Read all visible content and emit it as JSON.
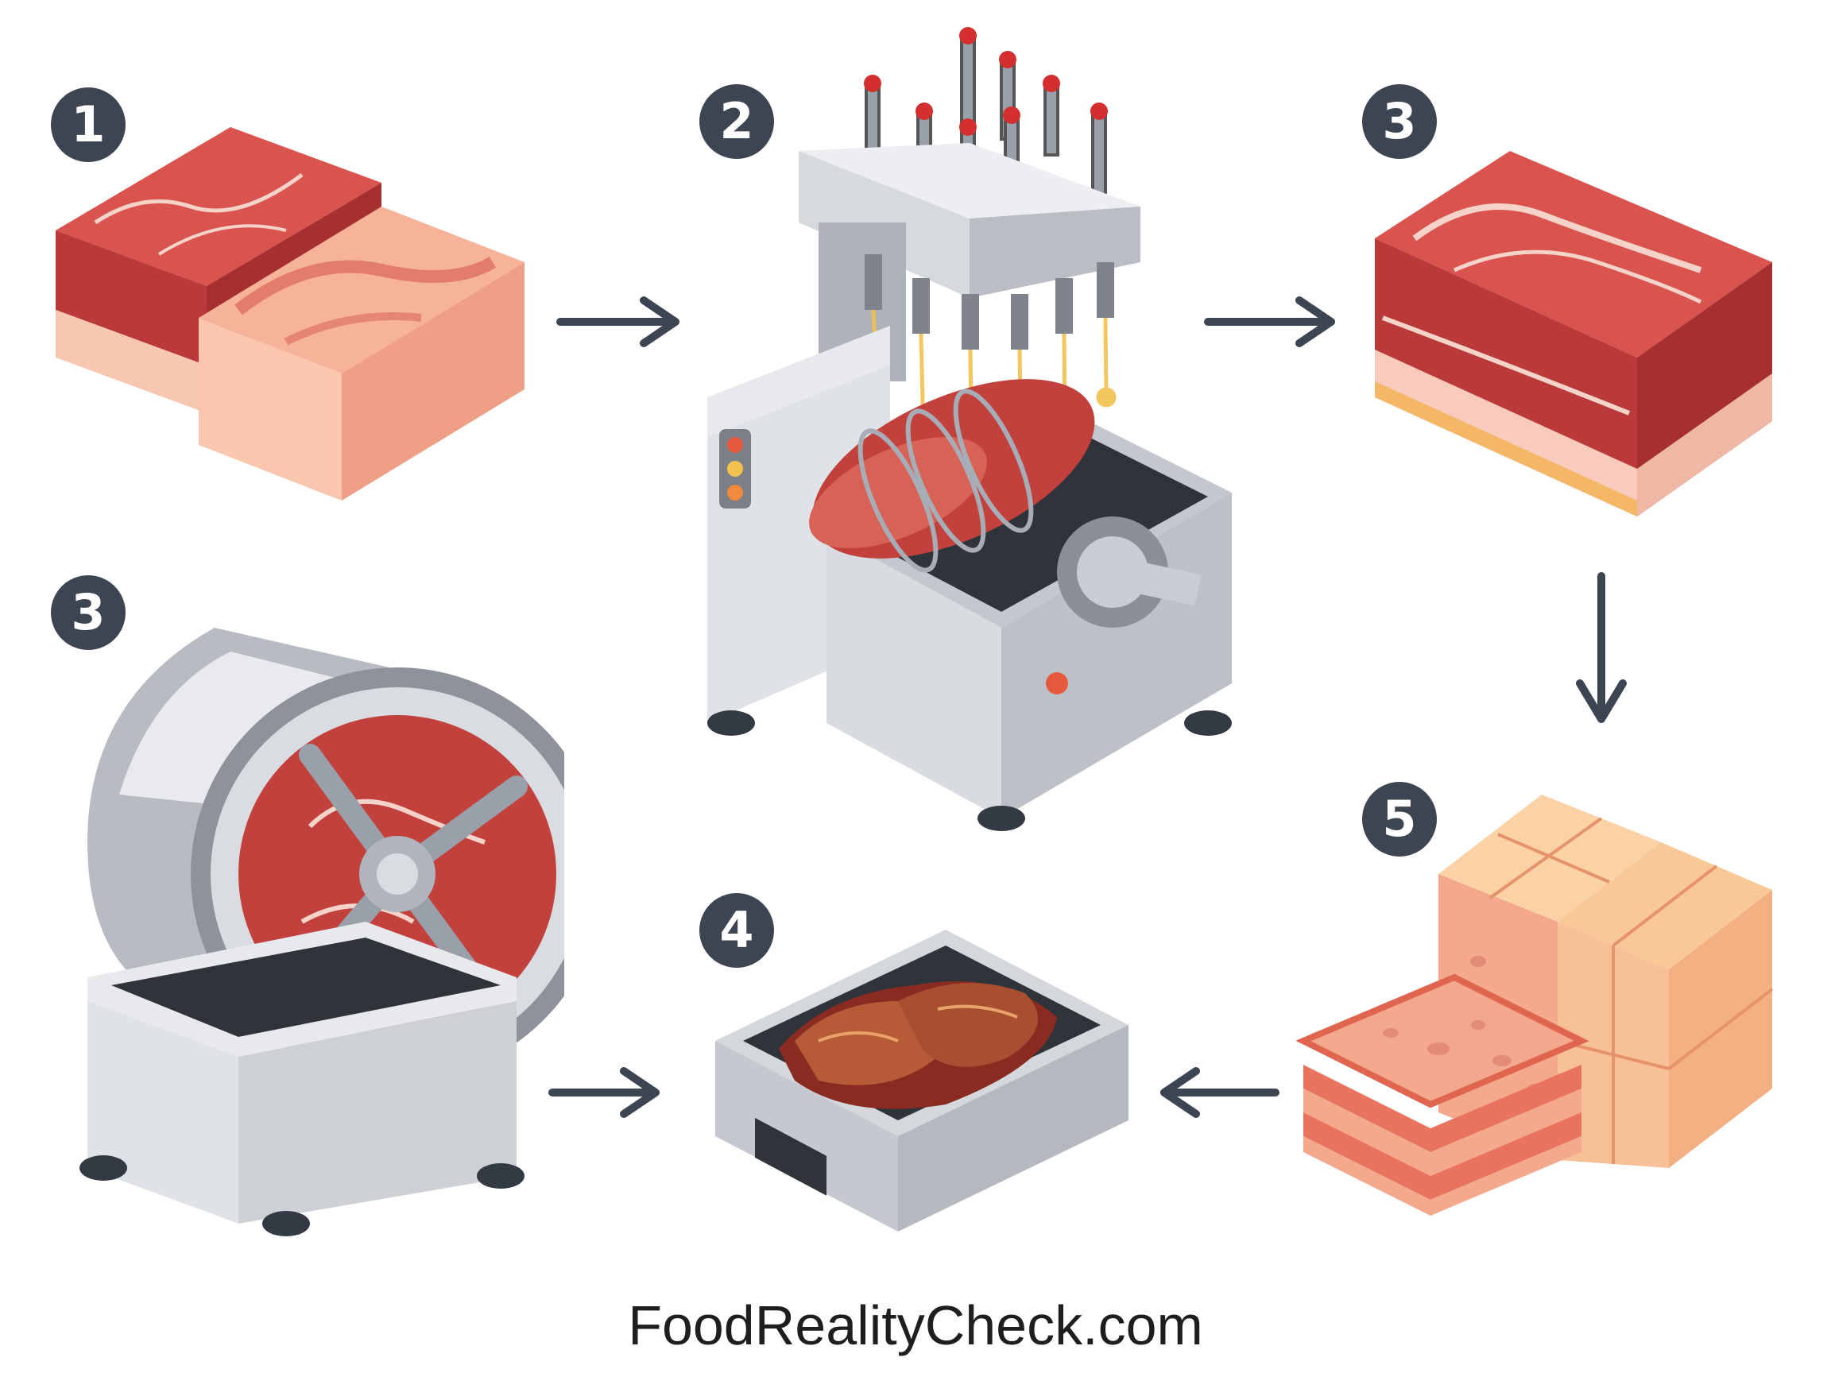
{
  "steps": [
    {
      "number": "1",
      "icon": "raw-meat-blocks-icon"
    },
    {
      "number": "2",
      "icon": "brine-injector-machine-icon"
    },
    {
      "number": "3",
      "icon": "injected-meat-slab-icon"
    },
    {
      "number": "3",
      "icon": "vacuum-tumbler-icon"
    },
    {
      "number": "4",
      "icon": "cooking-tray-icon"
    },
    {
      "number": "5",
      "icon": "pressed-loaf-slices-icon"
    }
  ],
  "footer": {
    "website": "FoodRealityCheck.com"
  },
  "colors": {
    "badge": "#3d4452",
    "arrow": "#3d4452",
    "meat_red": "#c8413f",
    "fat_pink": "#f4a98c",
    "steel": "#c9ccd2",
    "brine": "#f2c14e"
  }
}
